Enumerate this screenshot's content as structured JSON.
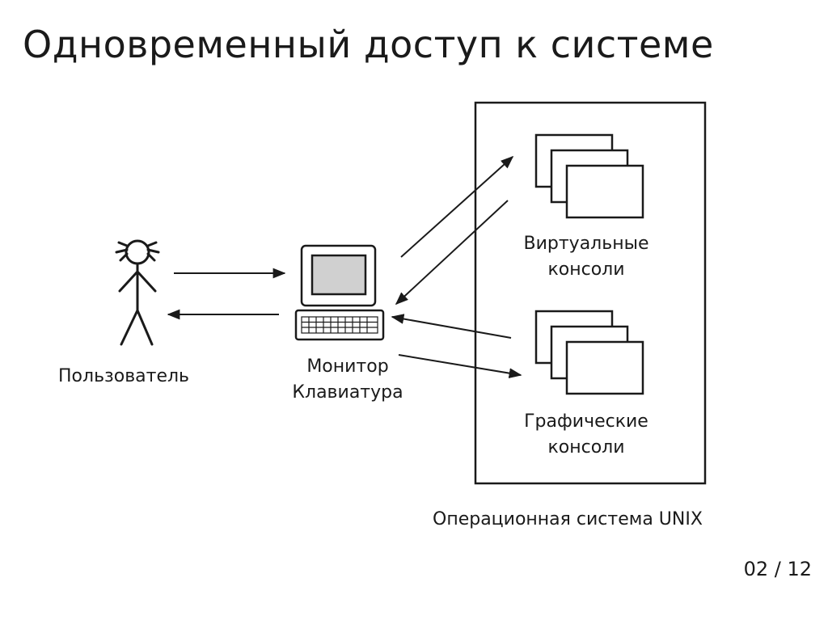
{
  "title": "Одновременный доступ к системе",
  "user": {
    "label": "Пользователь"
  },
  "terminal": {
    "line1": "Монитор",
    "line2": "Клавиатура"
  },
  "virtual_consoles": {
    "line1": "Виртуальные",
    "line2": "консоли"
  },
  "graphic_consoles": {
    "line1": "Графические",
    "line2": "консоли"
  },
  "os": {
    "label": "Операционная система UNIX"
  },
  "pagination": {
    "text": "02 / 12"
  },
  "colors": {
    "stroke": "#1a1a1a",
    "screen": "#d0d0d0",
    "background": "#ffffff"
  }
}
